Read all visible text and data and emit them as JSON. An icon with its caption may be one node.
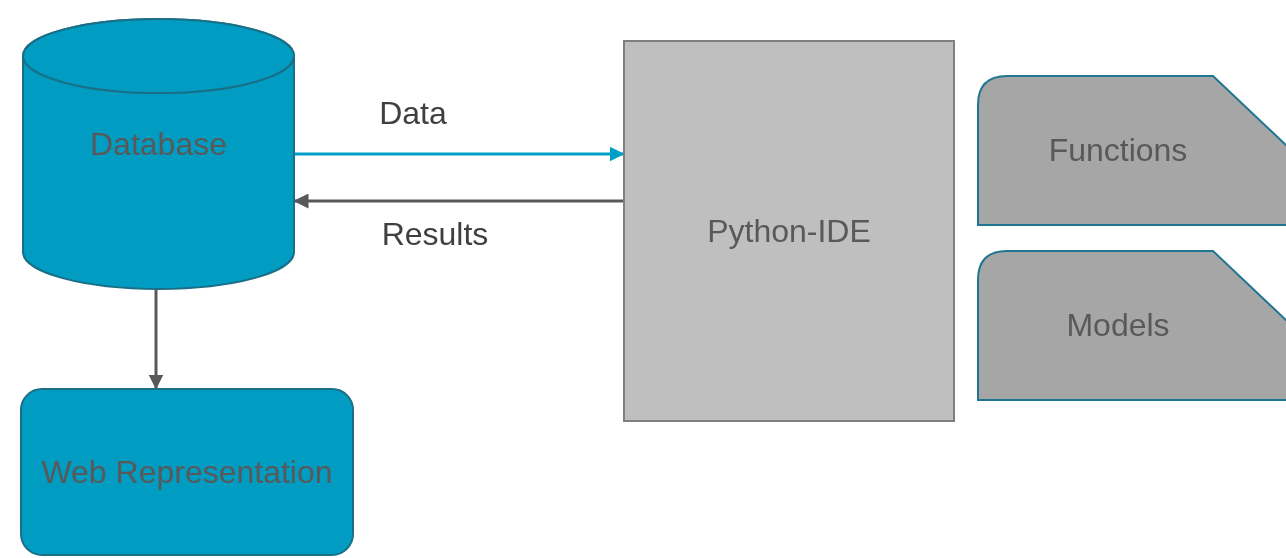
{
  "diagram": {
    "nodes": [
      {
        "text": [
          "Database"
        ]
      },
      {
        "text": [
          "Python-IDE"
        ]
      },
      {
        "text": [
          "Functions"
        ]
      },
      {
        "text": [
          "Models"
        ]
      },
      {
        "text": [
          "Web Representation"
        ]
      }
    ],
    "edges": [
      {
        "from": 0,
        "to": 1,
        "arrow": "to",
        "label": "Data",
        "color": "#00a0c6"
      },
      {
        "from": 1,
        "to": 0,
        "arrow": "to",
        "label": "Results"
      },
      {
        "from": 0,
        "to": 4,
        "arrow": "to"
      }
    ]
  }
}
